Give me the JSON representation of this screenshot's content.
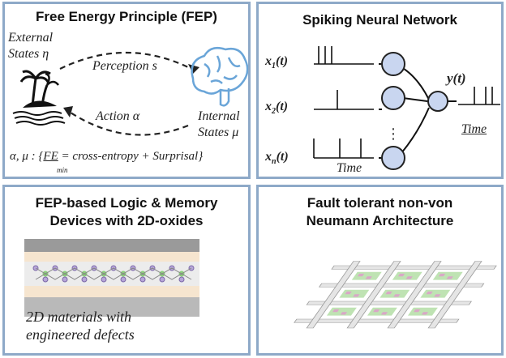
{
  "panels": {
    "fep": {
      "title": "Free Energy Principle (FEP)",
      "external_line1": "External",
      "external_line2": "States η",
      "perception": "Perception s",
      "action": "Action α",
      "internal_line1": "Internal",
      "internal_line2": "States μ",
      "equation_lhs": "α, μ : {",
      "equation_fe": "FE",
      "equation_min": "min",
      "equation_rhs": "= cross-entropy + Surprisal}",
      "icons": [
        "island-icon",
        "brain-icon"
      ]
    },
    "snn": {
      "title": "Spiking Neural Network",
      "inputs": [
        {
          "label": "x",
          "sub": "1",
          "suffix": "(t)"
        },
        {
          "label": "x",
          "sub": "2",
          "suffix": "(t)"
        },
        {
          "label": "x",
          "sub": "n",
          "suffix": "(t)"
        }
      ],
      "ellipsis": "⋮",
      "output_label": "y(t)",
      "time_label": "Time",
      "output_time_label": "Time"
    },
    "devices": {
      "title_line1": "FEP-based Logic & Memory",
      "title_line2": "Devices with 2D-oxides",
      "caption_line1": "2D materials with",
      "caption_line2": "engineered defects"
    },
    "arch": {
      "title_line1": "Fault tolerant non-von",
      "title_line2": "Neumann Architecture"
    }
  },
  "colors": {
    "panel_border": "#8ea9c8",
    "neuron_fill": "#c9d6f0",
    "brain": "#6aa5d8",
    "layer_green": "#bfe3b3",
    "layer_cream": "#f6e5cf",
    "layer_gray": "#b9b9b9"
  }
}
